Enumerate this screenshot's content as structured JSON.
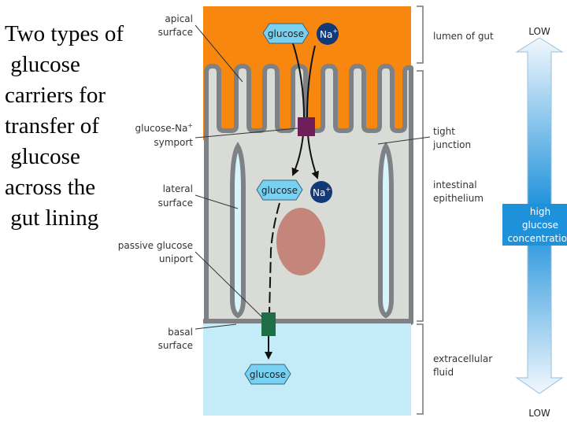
{
  "title": "Two types of\n glucose\ncarriers for\ntransfer of\n glucose\nacross the\n gut lining",
  "labels": {
    "apical_surface": [
      "apical",
      "surface"
    ],
    "symport": [
      "glucose-Na",
      "symport"
    ],
    "lateral_surface": [
      "lateral",
      "surface"
    ],
    "uniport": [
      "passive glucose",
      "uniport"
    ],
    "basal_surface": [
      "basal",
      "surface"
    ],
    "lumen": "lumen of gut",
    "tight_junction": [
      "tight",
      "junction"
    ],
    "epithelium": [
      "intestinal",
      "epithelium"
    ],
    "extracellular": [
      "extracellular",
      "fluid"
    ]
  },
  "molecules": {
    "glucose": "glucose",
    "sodium": "Na",
    "plus": "+"
  },
  "gradient": {
    "top": "LOW",
    "bottom": "LOW",
    "center": [
      "high",
      "glucose",
      "concentration"
    ]
  },
  "colors": {
    "lumen": "#f7870f",
    "cell": "#d9dcd6",
    "membrane": "#7e8287",
    "extracellular": "#c4ecf8",
    "nucleus": "#c4857b",
    "symport_carrier": "#6e1e58",
    "uniport_carrier": "#1e6e46",
    "glucose_fill": "#79d1f1",
    "sodium_fill": "#123a78",
    "gradient_mid": "#1e91db"
  }
}
